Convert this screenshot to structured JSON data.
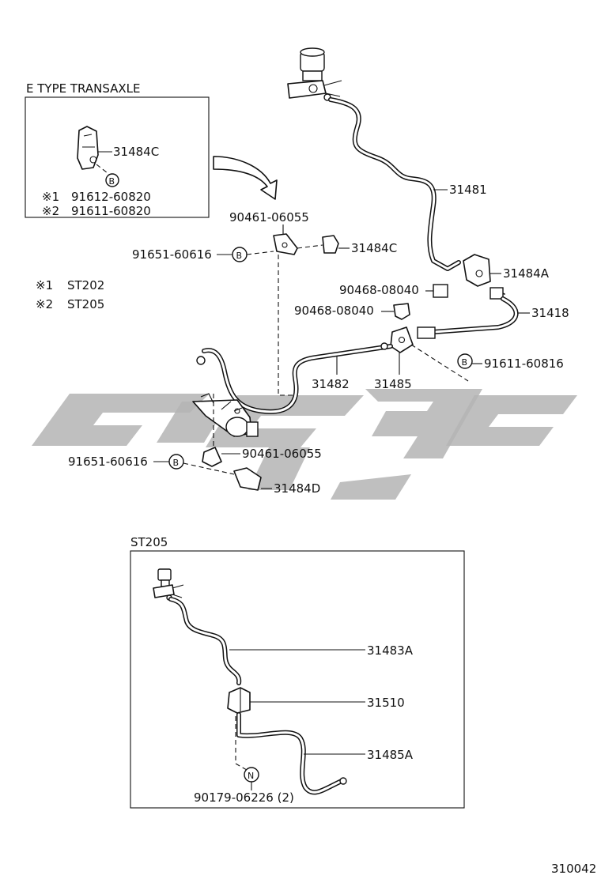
{
  "inset_e_type": {
    "title": "E TYPE TRANSAXLE",
    "part": "31484C",
    "bolt_symbol": "B",
    "note1": "※1",
    "num1": "91612-60820",
    "note2": "※2",
    "num2": "91611-60820"
  },
  "legend": {
    "line1_mark": "※1",
    "line1_text": "ST202",
    "line2_mark": "※2",
    "line2_text": "ST205"
  },
  "labels": {
    "p31481": "31481",
    "p90461_top": "90461-06055",
    "p31484C": "31484C",
    "p91651_top": "91651-60616",
    "p31484A": "31484A",
    "p90468_a": "90468-08040",
    "p90468_b": "90468-08040",
    "p31418": "31418",
    "p91611": "91611-60816",
    "p31482": "31482",
    "p31485": "31485",
    "p91651_bot": "91651-60616",
    "p90461_bot": "90461-06055",
    "p31484D": "31484D",
    "bolt_b": "B",
    "nut_n": "N"
  },
  "inset_st205": {
    "title": "ST205",
    "p31483A": "31483A",
    "p31510": "31510",
    "p31485A": "31485A",
    "p90179": "90179-06226 (2)"
  },
  "footer": {
    "figure_number": "310042"
  }
}
